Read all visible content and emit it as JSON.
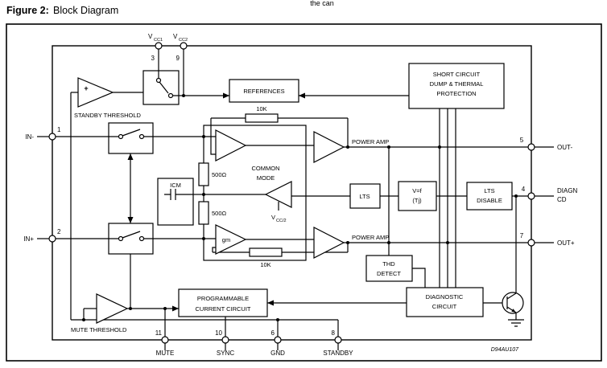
{
  "page": {
    "fragment_top": "the can",
    "figure_label": "Figure 2:",
    "figure_title": "Block Diagram",
    "drawing_code": "D94AU107"
  },
  "pins": {
    "p1": "1",
    "p2": "2",
    "p3": "3",
    "p4": "4",
    "p5": "5",
    "p6": "6",
    "p7": "7",
    "p8": "8",
    "p9": "9",
    "p10": "10",
    "p11": "11",
    "vcc1_base": "V",
    "vcc1_sub": "CC1",
    "vcc2_base": "V",
    "vcc2_sub": "CC2",
    "in_minus": "IN-",
    "in_plus": "IN+",
    "out_minus": "OUT-",
    "out_plus": "OUT+",
    "diagn_line1": "DIAGN",
    "diagn_line2": "CD",
    "mute": "MUTE",
    "sync": "SYNC",
    "gnd": "GND",
    "standby": "STANDBY"
  },
  "blocks": {
    "references": "REFERENCES",
    "short_circuit_1": "SHORT CIRCUIT",
    "short_circuit_2": "DUMP & THERMAL",
    "short_circuit_3": "PROTECTION",
    "standby_threshold": "STANDBY THRESHOLD",
    "plus_sign": "+",
    "common_mode_1": "COMMON",
    "common_mode_2": "MODE",
    "icm": "ICM",
    "gm": "gm",
    "power_amp": "POWER AMP",
    "lts": "LTS",
    "vf_1": "V=f",
    "vf_2": "(Tj)",
    "lts_disable_1": "LTS",
    "lts_disable_2": "DISABLE",
    "thd_1": "THD",
    "thd_2": "DETECT",
    "diagnostic_1": "DIAGNOSTIC",
    "diagnostic_2": "CIRCUIT",
    "pcc_1": "PROGRAMMABLE",
    "pcc_2": "CURRENT CIRCUIT",
    "mute_threshold": "MUTE THRESHOLD",
    "r_10k": "10K",
    "r_500": "500Ω",
    "vcc_half_base": "V",
    "vcc_half_sub": "CC/2"
  }
}
